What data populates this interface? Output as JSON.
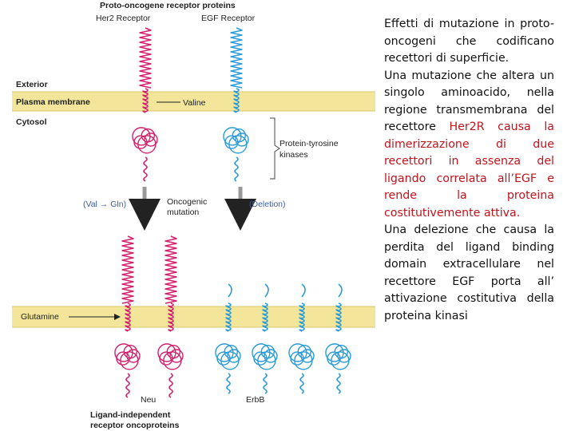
{
  "diagram": {
    "top_title": "Proto-oncogene receptor proteins",
    "her2_label": "Her2 Receptor",
    "egf_label": "EGF Receptor",
    "exterior": "Exterior",
    "plasma_membrane": "Plasma membrane",
    "cytosol": "Cytosol",
    "valine": "Valine",
    "kinase_label_1": "Protein-tyrosine",
    "kinase_label_2": "kinases",
    "val_gln": "(Val → Gln)",
    "oncogenic_1": "Oncogenic",
    "oncogenic_2": "mutation",
    "deletion": "(Deletion)",
    "glutamine": "Glutamine",
    "neu": "Neu",
    "erbb": "ErbB",
    "bottom_title_1": "Ligand-independent",
    "bottom_title_2": "receptor oncoproteins"
  },
  "colors": {
    "membrane": "#f3e69a",
    "her2": "#d3206d",
    "egf": "#2a9bd8"
  },
  "description": {
    "p1": "Effetti di mutazione in proto-oncogeni che codificano recettori di superficie.",
    "p2_a": "Una mutazione che altera un singolo aminoacido, nella regione transmembrana del recettore",
    "p2_red": "Her2R causa la dimerizzazione di due recettori in assenza del ligando correlata all’EGF e rende la proteina costitutivemente attiva.",
    "p3": "Una delezione che causa la perdita del ligand binding domain extracellulare nel recettore EGF porta all’ attivazione costitutiva della proteina kinasi"
  }
}
